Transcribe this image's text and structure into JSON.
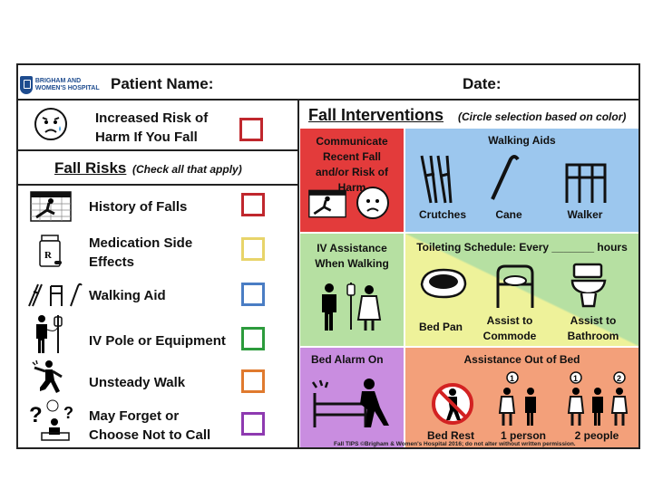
{
  "header": {
    "logo_text": "BRIGHAM AND WOMEN'S HOSPITAL",
    "patient_name_label": "Patient Name:",
    "date_label": "Date:"
  },
  "left": {
    "increased_risk": "Increased Risk of Harm If You Fall",
    "fall_risks_title": "Fall Risks",
    "fall_risks_note": "(Check all that apply)",
    "risks": [
      {
        "label": "History of Falls",
        "color": "#c0272d"
      },
      {
        "label": "Medication Side Effects",
        "color": "#e8d46a"
      },
      {
        "label": "Walking Aid",
        "color": "#4a7dc4"
      },
      {
        "label": "IV Pole or Equipment",
        "color": "#2c9b3c"
      },
      {
        "label": "Unsteady Walk",
        "color": "#e07a2e"
      },
      {
        "label": "May Forget or Choose Not to Call",
        "color": "#8e3ab0"
      }
    ],
    "increased_risk_color": "#c0272d"
  },
  "right": {
    "title": "Fall Interventions",
    "title_note": "(Circle selection based on color)",
    "communicate": "Communicate Recent Fall and/or Risk of Harm",
    "walking_aids_title": "Walking Aids",
    "walking_aids": [
      "Crutches",
      "Cane",
      "Walker"
    ],
    "iv_assistance": "IV Assistance When Walking",
    "toileting": "Toileting Schedule: Every _______ hours",
    "toileting_items": [
      "Bed Pan",
      "Assist to Commode",
      "Assist to Bathroom"
    ],
    "bed_alarm": "Bed Alarm On",
    "assistance_title": "Assistance Out of Bed",
    "assistance_items": [
      "Bed Rest",
      "1 person",
      "2 people"
    ],
    "footer": "Fall TIPS ©Brigham & Women's Hospital 2016; do not alter without written permission.",
    "colors": {
      "red": "#e33b3b",
      "blue": "#9cc7ee",
      "yellow": "#eef29a",
      "green": "#b6e0a2",
      "purple": "#c98de0",
      "orange": "#f3a07a"
    }
  }
}
